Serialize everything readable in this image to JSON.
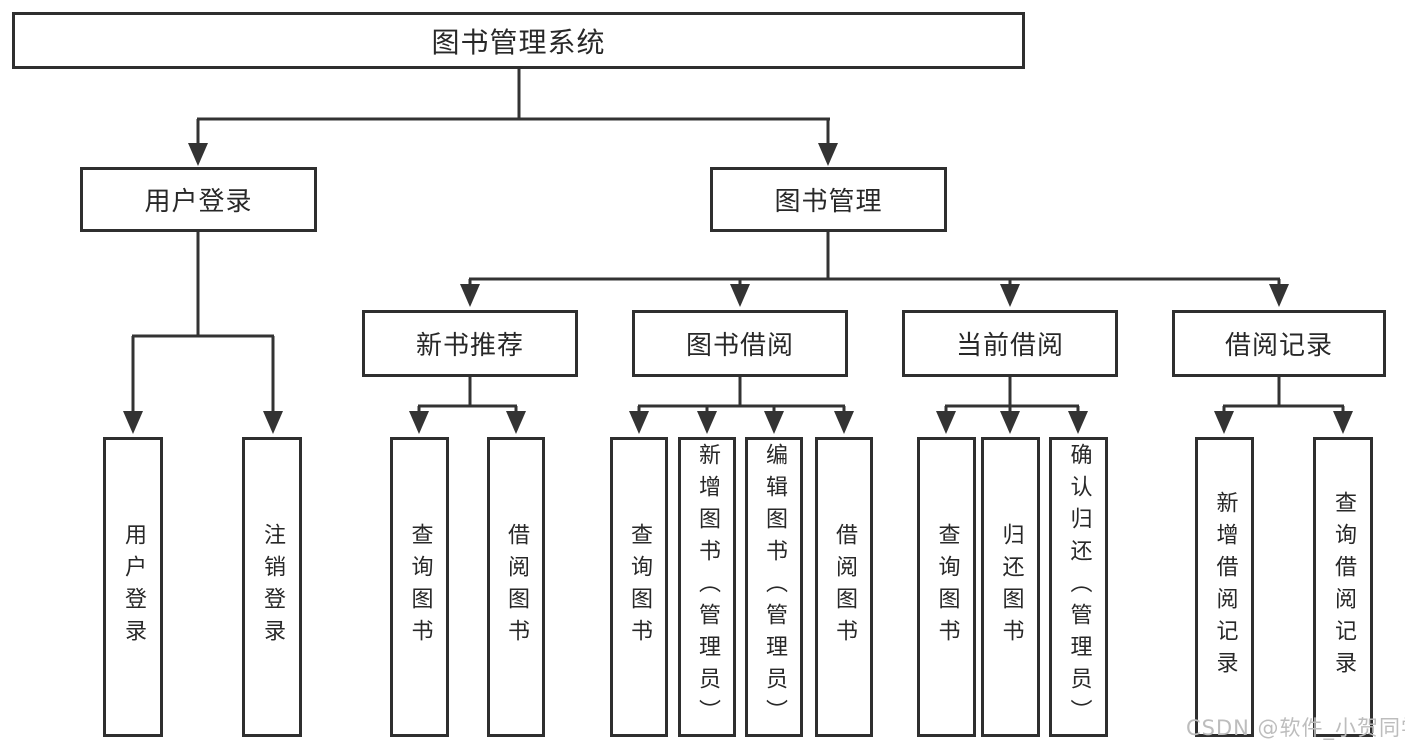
{
  "page": {
    "watermark": "CSDN @软件_小贺同学",
    "colors": {
      "line": "#333333",
      "box_border": "#2f2f2f",
      "box_background": "#ffffff",
      "text": "#282828",
      "watermark_text": "#bdbdbd",
      "page_background": "#ffffff"
    },
    "tree": {
      "label": "图书管理系统",
      "children": [
        {
          "label": "用户登录",
          "children": [
            {
              "label": "用户登录"
            },
            {
              "label": "注销登录"
            }
          ]
        },
        {
          "label": "图书管理",
          "children": [
            {
              "label": "新书推荐",
              "children": [
                {
                  "label": "查询图书"
                },
                {
                  "label": "借阅图书"
                }
              ]
            },
            {
              "label": "图书借阅",
              "children": [
                {
                  "label": "查询图书"
                },
                {
                  "label": "新增图书（管理员）"
                },
                {
                  "label": "编辑图书（管理员）"
                },
                {
                  "label": "借阅图书"
                }
              ]
            },
            {
              "label": "当前借阅",
              "children": [
                {
                  "label": "查询图书"
                },
                {
                  "label": "归还图书"
                },
                {
                  "label": "确认归还（管理员）"
                }
              ]
            },
            {
              "label": "借阅记录",
              "children": [
                {
                  "label": "新增借阅记录"
                },
                {
                  "label": "查询借阅记录"
                }
              ]
            }
          ]
        }
      ]
    }
  }
}
